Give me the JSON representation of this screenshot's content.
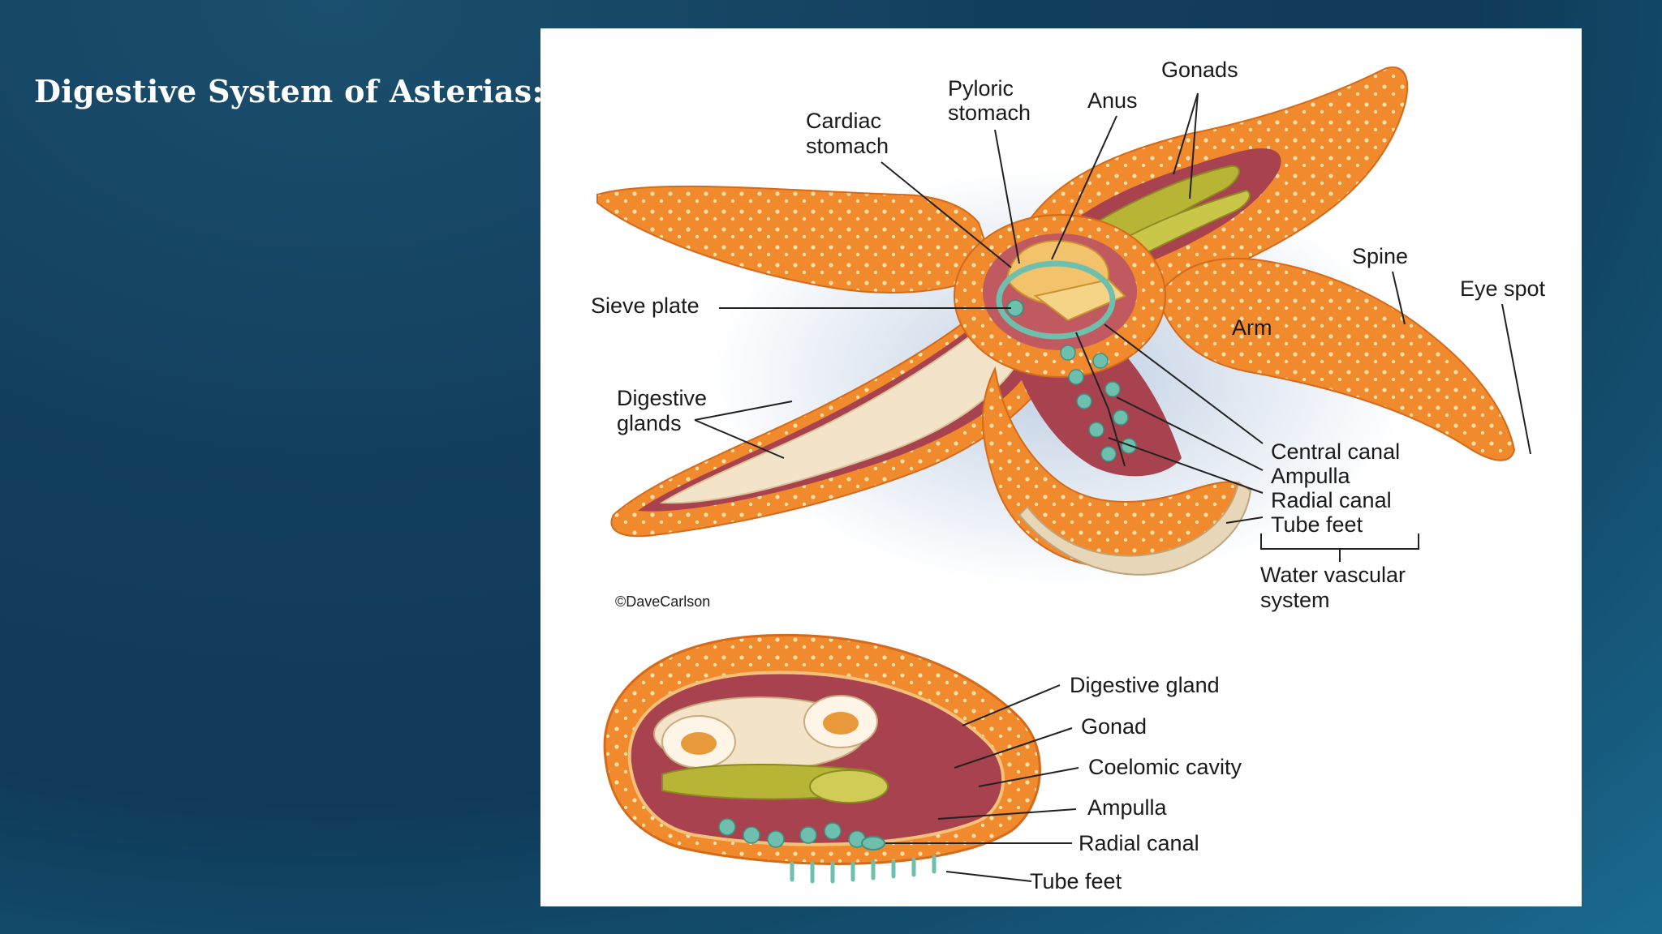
{
  "slide": {
    "title": "Digestive System of Asterias:"
  },
  "diagram": {
    "credit": "©DaveCarlson",
    "top_labels": {
      "cardiac_stomach": [
        "Cardiac",
        "stomach"
      ],
      "pyloric_stomach": [
        "Pyloric",
        "stomach"
      ],
      "anus": "Anus",
      "gonads": "Gonads",
      "spine": "Spine",
      "eye_spot": "Eye spot",
      "arm": "Arm",
      "sieve_plate": "Sieve plate",
      "digestive_glands": [
        "Digestive",
        "glands"
      ],
      "central_canal": "Central canal",
      "ampulla": "Ampulla",
      "radial_canal": "Radial canal",
      "tube_feet": "Tube feet",
      "water_vascular_system": [
        "Water vascular",
        "system"
      ]
    },
    "section_labels": {
      "digestive_gland": "Digestive gland",
      "gonad": "Gonad",
      "coelomic_cavity": "Coelomic cavity",
      "ampulla": "Ampulla",
      "radial_canal": "Radial canal",
      "tube_feet": "Tube feet"
    },
    "colors": {
      "skin": "#f08a2c",
      "skin_dark": "#d56a1a",
      "cavity": "#a8424f",
      "gland": "#f3e3c8",
      "gonad": "#b8b436",
      "canal": "#6fbfae",
      "stomach": "#f2c36a"
    }
  }
}
